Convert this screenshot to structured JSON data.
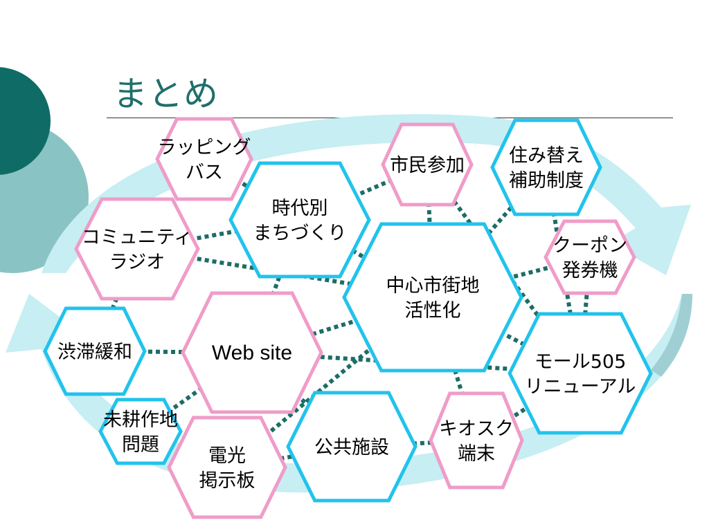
{
  "title": "まとめ",
  "colors": {
    "teal_dark": "#0e6b66",
    "teal_mid": "#8ac3c3",
    "arrow_light": "#c6eef3",
    "hex_blue": "#21c3ec",
    "hex_pink": "#ef9cc8",
    "connector": "#1d6d66"
  },
  "nodes": [
    {
      "id": "wrapping-bus",
      "lines": [
        "ラッピング",
        "バス"
      ],
      "color": "pink"
    },
    {
      "id": "jidai",
      "lines": [
        "時代別",
        "まちづくり"
      ],
      "color": "blue"
    },
    {
      "id": "shimin",
      "lines": [
        "市民参加"
      ],
      "color": "pink"
    },
    {
      "id": "sumikae",
      "lines": [
        "住み替え",
        "補助制度"
      ],
      "color": "blue"
    },
    {
      "id": "community-radio",
      "lines": [
        "コミュニティ",
        "ラジオ"
      ],
      "color": "pink"
    },
    {
      "id": "chushin",
      "lines": [
        "中心市街地",
        "活性化"
      ],
      "color": "blue"
    },
    {
      "id": "coupon",
      "lines": [
        "クーポン",
        "発券機"
      ],
      "color": "pink"
    },
    {
      "id": "jutai",
      "lines": [
        "渋滞緩和"
      ],
      "color": "blue"
    },
    {
      "id": "website",
      "lines": [
        "Web site"
      ],
      "color": "pink"
    },
    {
      "id": "mall",
      "lines": [
        "モール505",
        "リニューアル"
      ],
      "color": "blue"
    },
    {
      "id": "mikousaku",
      "lines": [
        "未耕作地",
        "問題"
      ],
      "color": "blue"
    },
    {
      "id": "denko",
      "lines": [
        "電光",
        "掲示板"
      ],
      "color": "pink"
    },
    {
      "id": "kokyo",
      "lines": [
        "公共施設"
      ],
      "color": "blue"
    },
    {
      "id": "kiosk",
      "lines": [
        "キオスク",
        "端末"
      ],
      "color": "pink"
    }
  ],
  "connections": [
    [
      "wrapping-bus",
      "jidai"
    ],
    [
      "shimin",
      "jidai"
    ],
    [
      "shimin",
      "chushin"
    ],
    [
      "shimin",
      "mall"
    ],
    [
      "sumikae",
      "chushin"
    ],
    [
      "sumikae",
      "mall"
    ],
    [
      "community-radio",
      "jidai"
    ],
    [
      "community-radio",
      "chushin"
    ],
    [
      "community-radio",
      "jutai"
    ],
    [
      "jidai",
      "chushin"
    ],
    [
      "jidai",
      "website"
    ],
    [
      "chushin",
      "coupon"
    ],
    [
      "chushin",
      "website"
    ],
    [
      "chushin",
      "mall"
    ],
    [
      "chushin",
      "kiosk"
    ],
    [
      "chushin",
      "denko"
    ],
    [
      "coupon",
      "mall"
    ],
    [
      "jutai",
      "website"
    ],
    [
      "website",
      "mikousaku"
    ],
    [
      "website",
      "mall"
    ],
    [
      "website",
      "kokyo"
    ],
    [
      "kokyo",
      "kiosk"
    ],
    [
      "kokyo",
      "denko"
    ],
    [
      "kiosk",
      "mall"
    ]
  ]
}
